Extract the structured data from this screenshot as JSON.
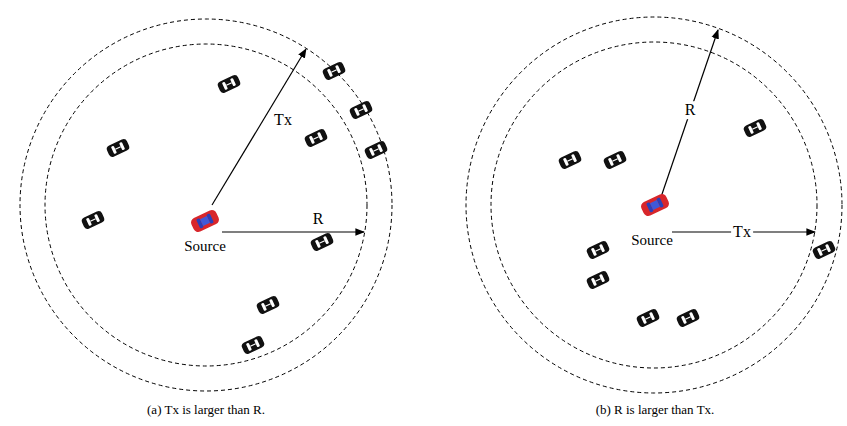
{
  "diagram": {
    "labels": [
      "Tx",
      "R",
      "Source",
      "(a) Tx is larger than R.",
      "R",
      "Tx",
      "Source",
      "(b) R is larger than Tx."
    ]
  }
}
